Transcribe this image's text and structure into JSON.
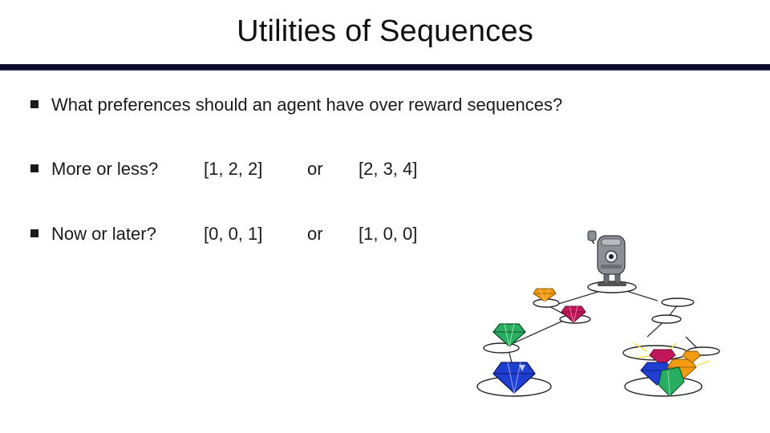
{
  "slide": {
    "title": "Utilities of Sequences",
    "question": "What preferences should an agent have over reward sequences?",
    "rows": [
      {
        "label": "More or less?",
        "option_a": "[1, 2, 2]",
        "connector": "or",
        "option_b": "[2, 3, 4]"
      },
      {
        "label": "Now or later?",
        "option_a": "[0, 0, 1]",
        "connector": "or",
        "option_b": "[1, 0, 0]"
      }
    ]
  },
  "colors": {
    "title_rule": "#0c0c2e",
    "gem_orange": "#f39c12",
    "gem_magenta": "#c2185b",
    "gem_green": "#27ae60",
    "gem_blue": "#1f3fd1",
    "robot_gray": "#8c9096"
  },
  "illustration": {
    "icons": [
      "robot-icon",
      "orange-gem-icon",
      "magenta-gem-icon",
      "green-gem-icon",
      "blue-gem-icon",
      "gem-pile-icon"
    ]
  }
}
